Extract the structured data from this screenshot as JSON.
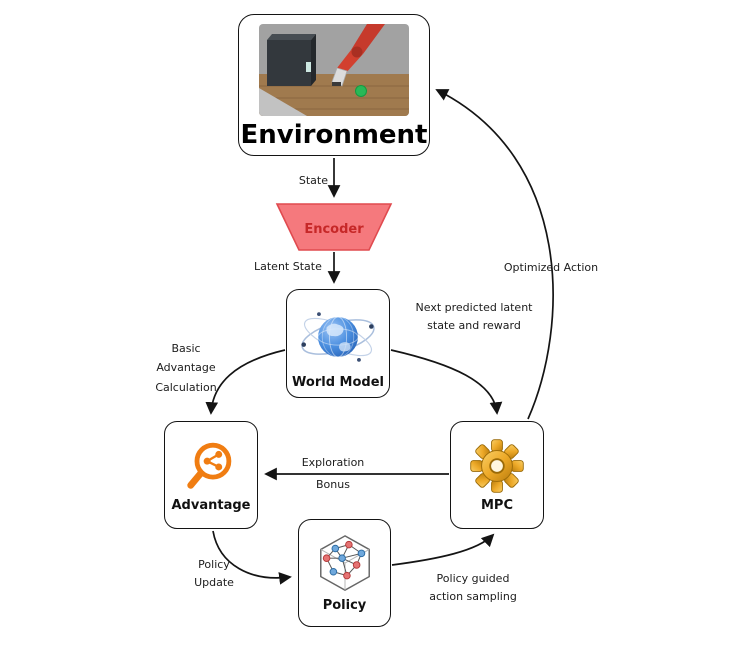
{
  "diagram": {
    "nodes": {
      "environment": {
        "label": "Environment"
      },
      "encoder": {
        "label": "Encoder"
      },
      "world_model": {
        "label": "World Model"
      },
      "advantage": {
        "label": "Advantage"
      },
      "mpc": {
        "label": "MPC"
      },
      "policy": {
        "label": "Policy"
      }
    },
    "edges": {
      "state": {
        "label": "State"
      },
      "latent_state": {
        "label": "Latent State"
      },
      "next_pred": {
        "label": "Next predicted latent\nstate and reward"
      },
      "optimized_action": {
        "label": "Optimized Action"
      },
      "basic_advantage": {
        "label": "Basic\nAdvantage\nCalculation"
      },
      "exploration_bonus": {
        "label": "Exploration\nBonus"
      },
      "policy_update": {
        "label": "Policy\nUpdate"
      },
      "policy_guided": {
        "label": "Policy guided\naction sampling"
      }
    },
    "icons": {
      "environment": "robot-arm-scene-image",
      "world_model": "globe-orbit-icon",
      "advantage": "magnifier-network-icon",
      "mpc": "gear-icon",
      "policy": "cube-neural-network-icon"
    },
    "colors": {
      "encoder_fill": "#f5797d",
      "encoder_border": "#e04a4f",
      "encoder_text": "#c62828",
      "arrow": "#141414",
      "node_border": "#141414",
      "advantage_accent": "#f07d12",
      "mpc_accent": "#eda928",
      "world_accent": "#4b8fe0",
      "policy_node_blue": "#6fa8dc",
      "policy_node_red": "#e57373",
      "robot_arm_red": "#c63a2c",
      "ball_green": "#29b857"
    }
  }
}
